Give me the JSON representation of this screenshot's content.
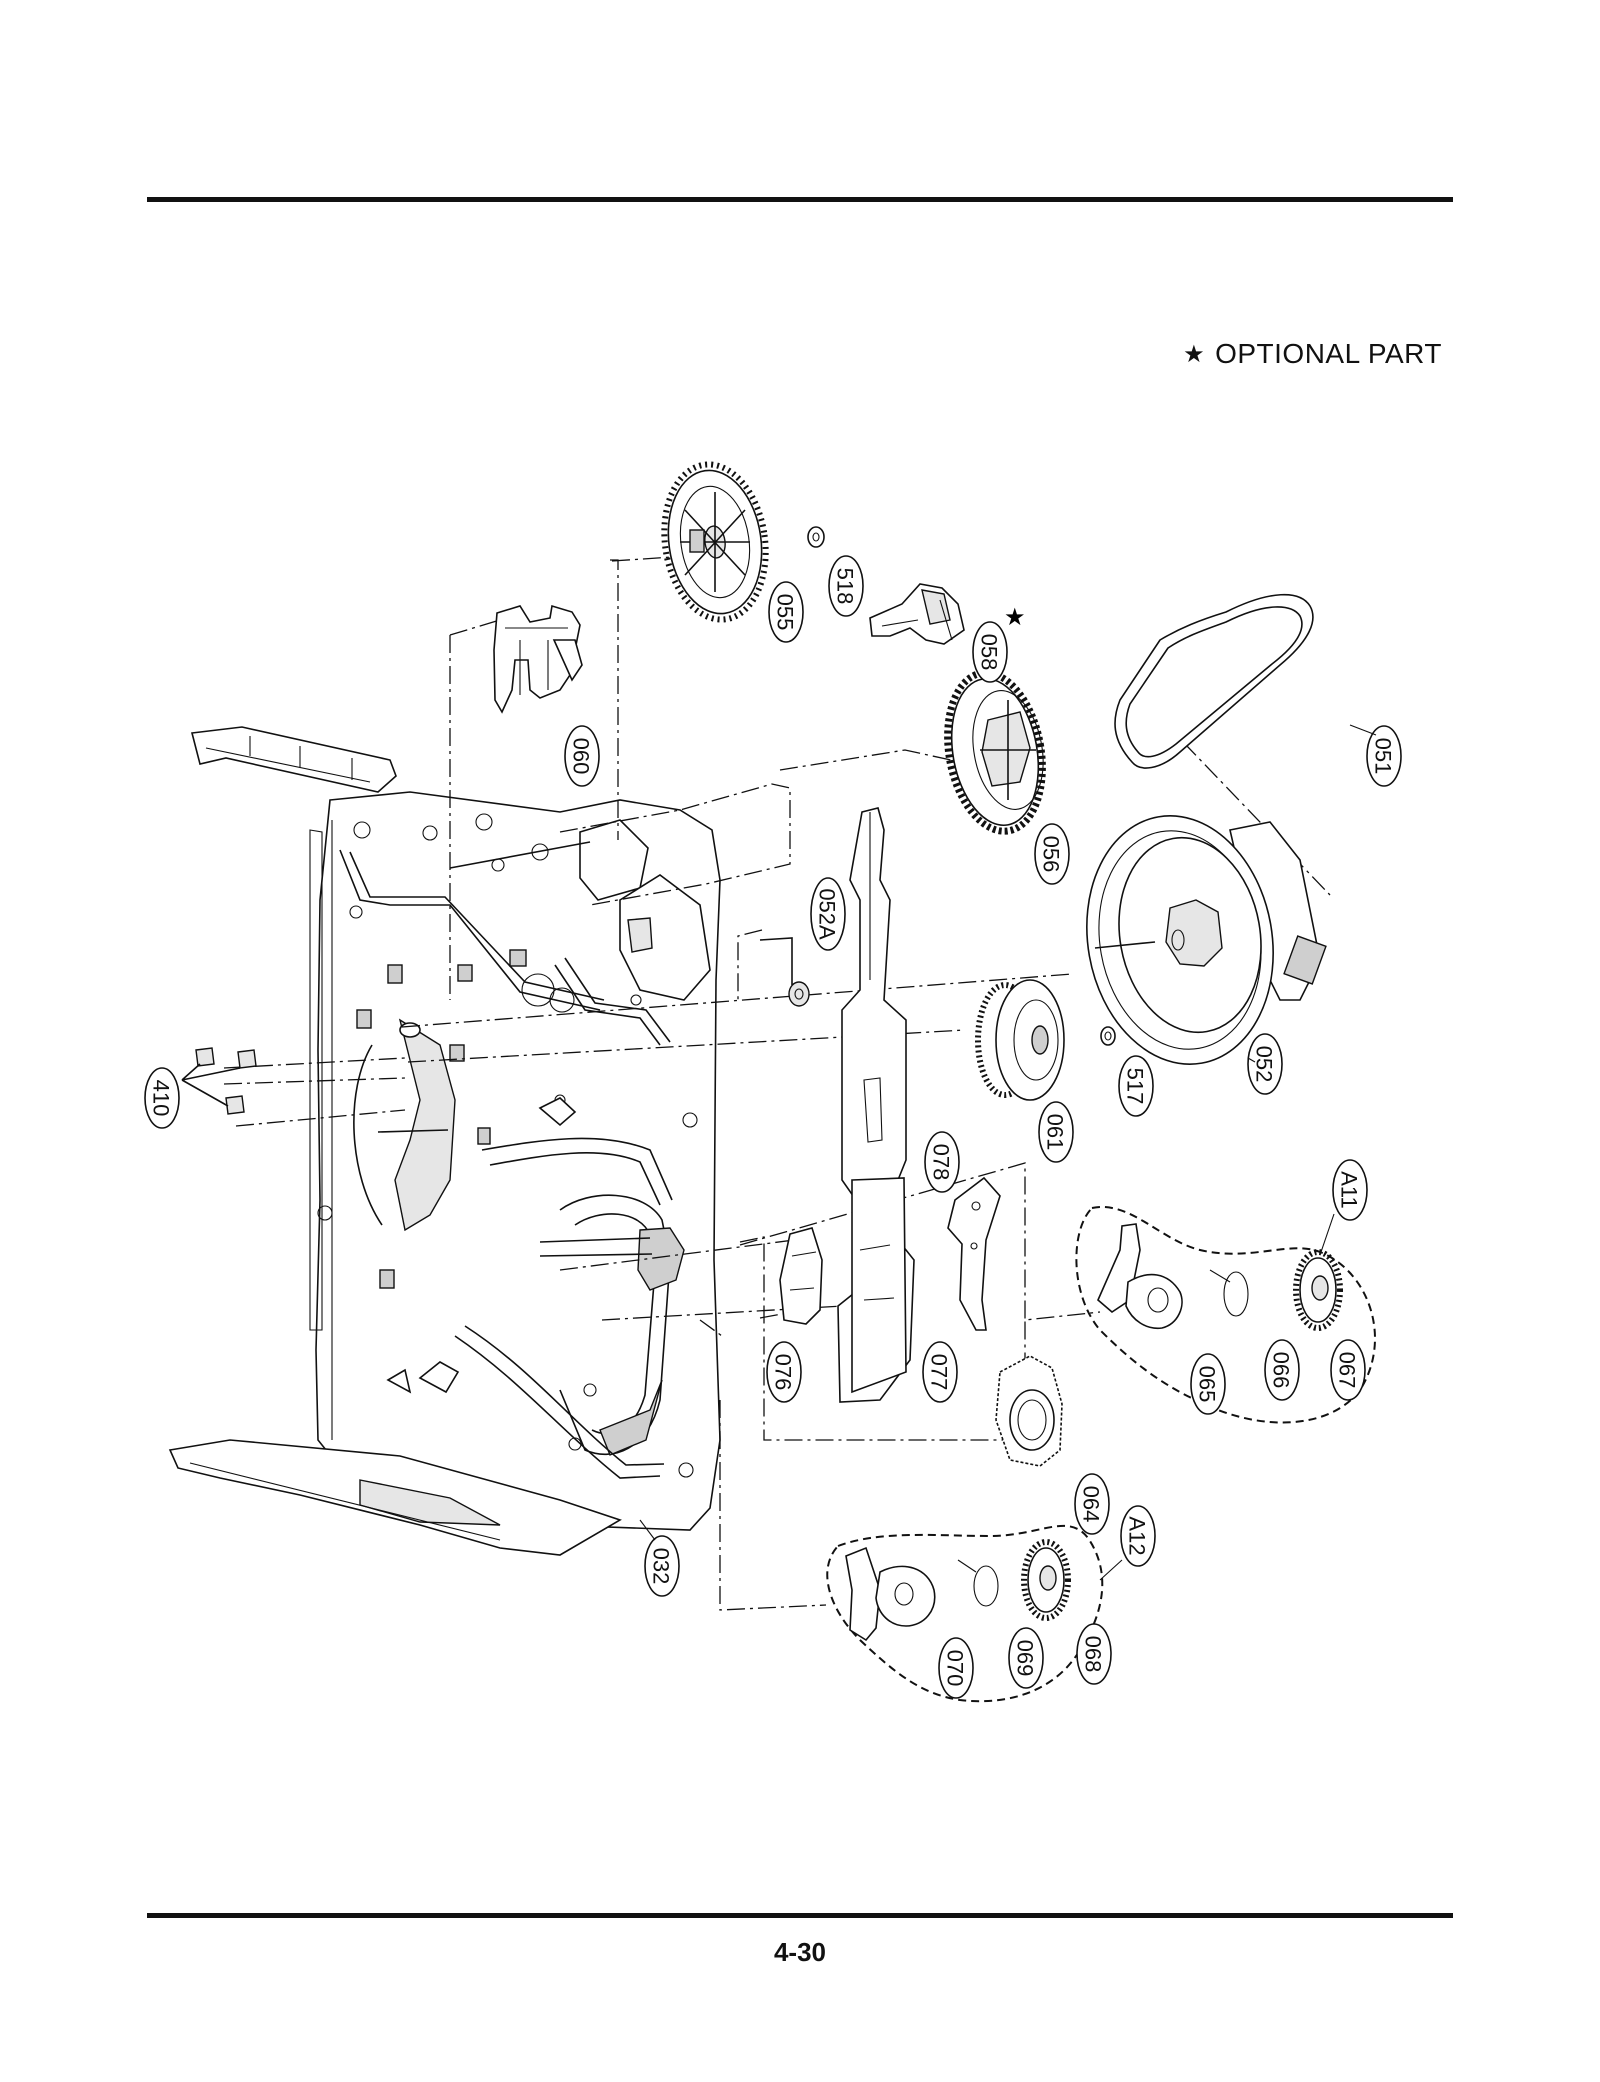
{
  "legend": {
    "symbol": "★",
    "text": "OPTIONAL PART"
  },
  "page_number": "4-30",
  "callouts": {
    "c051": "051",
    "c052": "052",
    "c052a": "052A",
    "c055": "055",
    "c056": "056",
    "c058": "058",
    "c060": "060",
    "c061": "061",
    "c064": "064",
    "c065": "065",
    "c066": "066",
    "c067": "067",
    "c068": "068",
    "c069": "069",
    "c070": "070",
    "c076": "076",
    "c077": "077",
    "c078": "078",
    "c032": "032",
    "c410": "410",
    "c517": "517",
    "c518": "518",
    "a11": "A11",
    "a12": "A12"
  },
  "optional_marker": "★"
}
